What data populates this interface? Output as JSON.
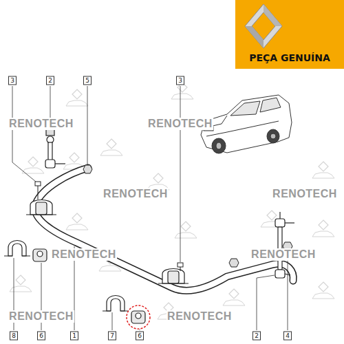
{
  "diagram": {
    "labels": [
      "3",
      "2",
      "5",
      "3",
      "8",
      "6",
      "1",
      "7",
      "6",
      "2",
      "4",
      "RENOTECH",
      "RENOTECH",
      "RENOTECH",
      "RENOTECH",
      "RENOTECH",
      "RENOTECH",
      "RENOTECH",
      "RENOTECH",
      "PEÇA GENUÍNA"
    ]
  }
}
